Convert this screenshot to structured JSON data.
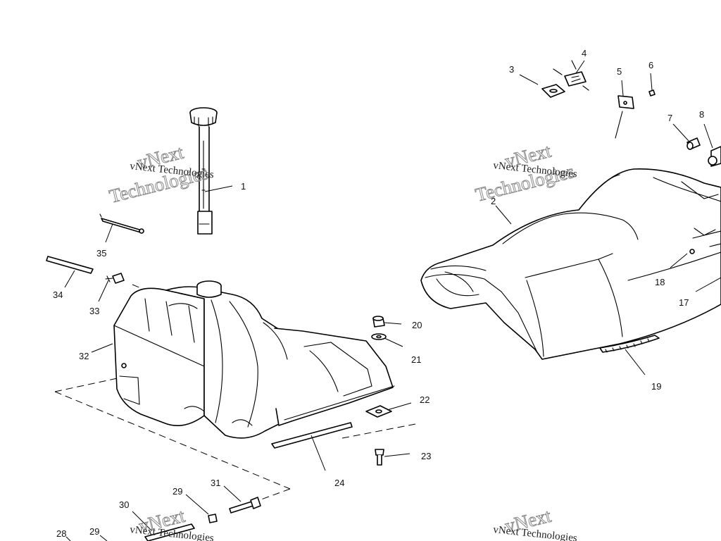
{
  "watermark": {
    "small_text": "vNext Technologies",
    "big_line1": "vNext",
    "big_line2": "Technologies"
  },
  "callouts": {
    "c1": "1",
    "c2": "2",
    "c3": "3",
    "c4": "4",
    "c5": "5",
    "c6": "6",
    "c7": "7",
    "c8": "8",
    "c17": "17",
    "c18": "18",
    "c19": "19",
    "c20": "20",
    "c21": "21",
    "c22": "22",
    "c23": "23",
    "c24": "24",
    "c28": "28",
    "c29a": "29",
    "c29b": "29",
    "c30": "30",
    "c31": "31",
    "c32": "32",
    "c33": "33",
    "c34": "34",
    "c35": "35"
  }
}
